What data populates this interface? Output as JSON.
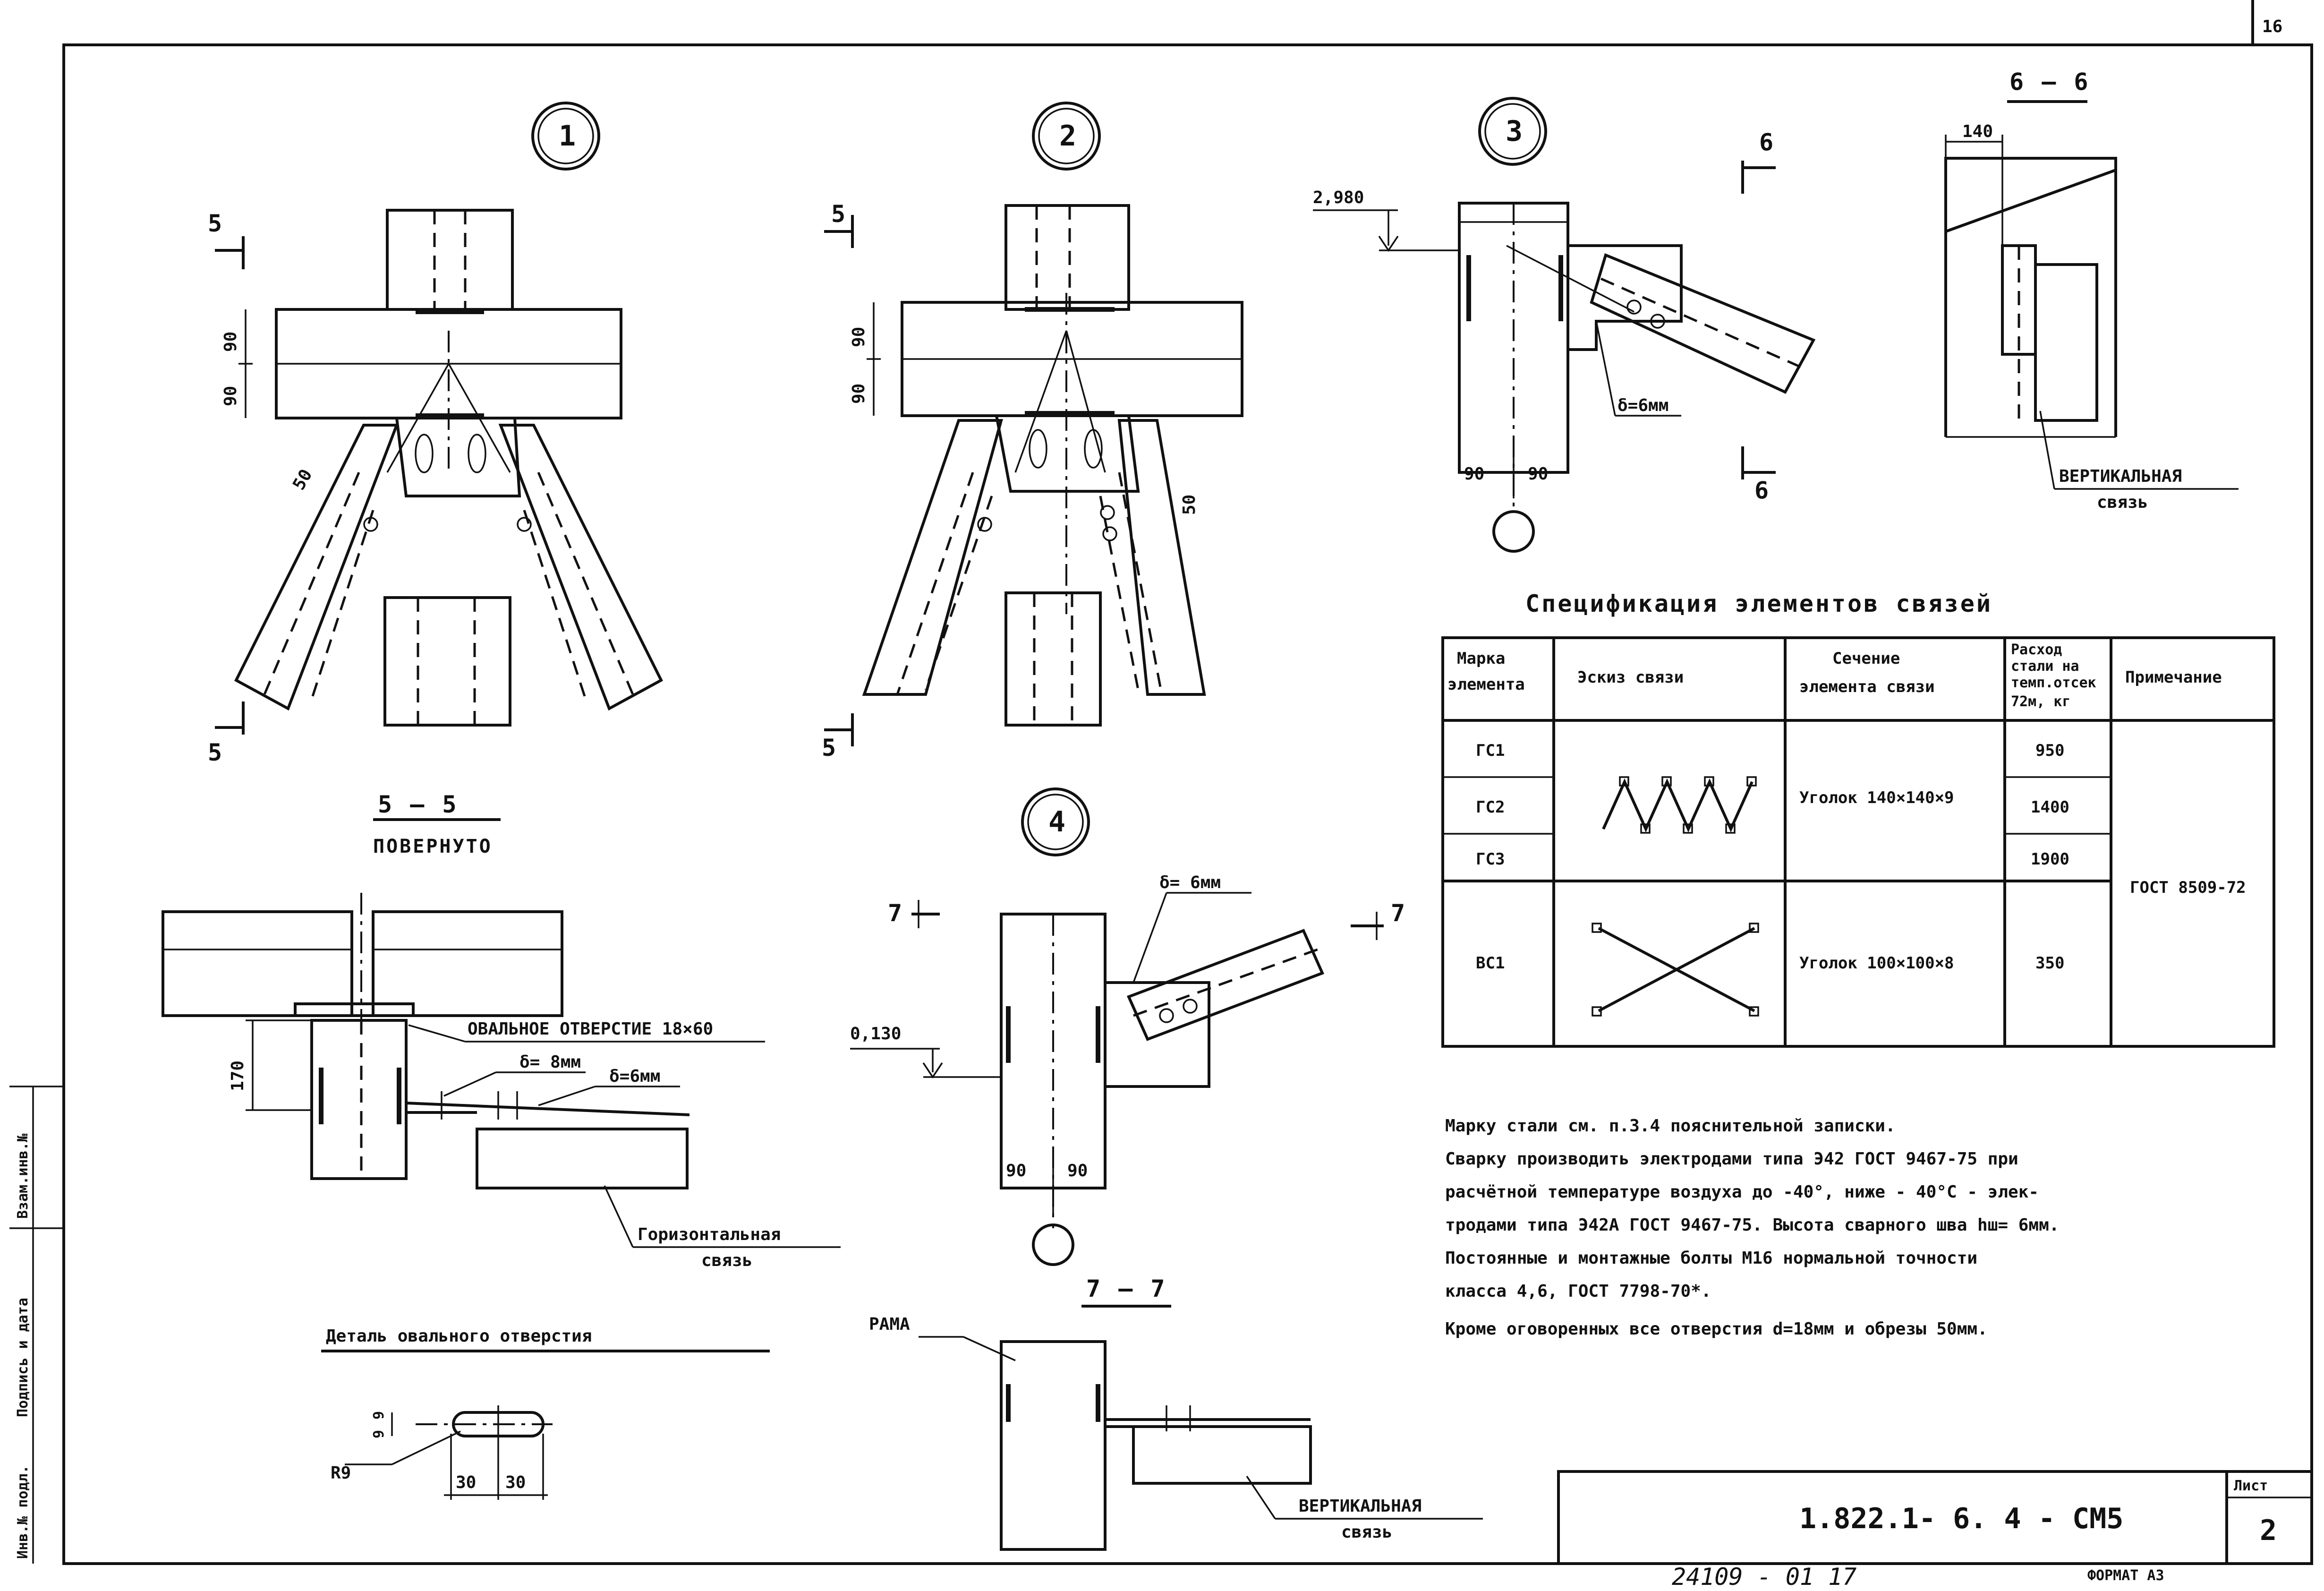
{
  "sheet_no_top": "16",
  "nodes": {
    "n1": "1",
    "n2": "2",
    "n3": "3",
    "n4": "4"
  },
  "marks": {
    "s5": "5",
    "s6": "6",
    "s7": "7",
    "sec55": "5 – 5",
    "rotated": "ПОВЕРНУТО",
    "sec66": "6 – 6",
    "sec77": "7 – 7"
  },
  "dims": {
    "d90": "90",
    "d50": "50",
    "d170": "170",
    "d140": "140",
    "d30": "30",
    "d9": "9",
    "r9": "R9",
    "el2980": "2,980",
    "el0130": "0,130",
    "delta6": "δ=6мм",
    "delta6b": "δ= 6мм",
    "delta8": "δ= 8мм",
    "delta6c": "δ=6мм"
  },
  "labels": {
    "oval_hole": "ОВАЛЬНОЕ ОТВЕРСТИЕ 18×60",
    "horiz_brace_1": "Горизонтальная",
    "horiz_brace_2": "связь",
    "vert_brace_1": "ВЕРТИКАЛЬНАЯ",
    "vert_brace_2": "связь",
    "frame": "РАМА",
    "oval_detail": "Деталь овального отверстия"
  },
  "spec": {
    "title": "Спецификация элементов связей",
    "headers": {
      "mark_1": "Марка",
      "mark_2": "элемента",
      "sketch": "Эскиз связи",
      "section_1": "Сечение",
      "section_2": "элемента связи",
      "consumption_1": "Расход",
      "consumption_2": "стали на",
      "consumption_3": "темп.отсек",
      "consumption_4": "72м, кг",
      "note": "Примечание"
    },
    "rows": [
      {
        "mark": "ГС1",
        "mass": "950"
      },
      {
        "mark": "ГС2",
        "mass": "1400"
      },
      {
        "mark": "ГС3",
        "mass": "1900"
      },
      {
        "mark": "ВС1",
        "mass": "350"
      }
    ],
    "section_gs": "Уголок 140×140×9",
    "section_vs": "Уголок 100×100×8",
    "note_value": "ГОСТ 8509-72"
  },
  "notes": [
    "Марку стали см. п.3.4 пояснительной записки.",
    "Сварку производить электродами типа Э42 ГОСТ 9467-75 при",
    "расчётной температуре воздуха до -40°, ниже - 40°С - элек-",
    "тродами типа Э42А ГОСТ 9467-75. Высота сварного шва hш= 6мм.",
    "Постоянные и монтажные болты М16 нормальной точности",
    "класса 4,6, ГОСТ 7798-70*.",
    "Кроме оговоренных все отверстия d=18мм и обрезы 50мм."
  ],
  "stamp": {
    "doc_code": "1.822.1- 6. 4 - СМ5",
    "sheet_label": "Лист",
    "sheet_no": "2",
    "format": "ФОРМАТ А3",
    "inv": "24109 - 01   17",
    "side_1": "Взам.инв.№",
    "side_2": "Подпись и дата",
    "side_3": "Инв.№ подл."
  }
}
